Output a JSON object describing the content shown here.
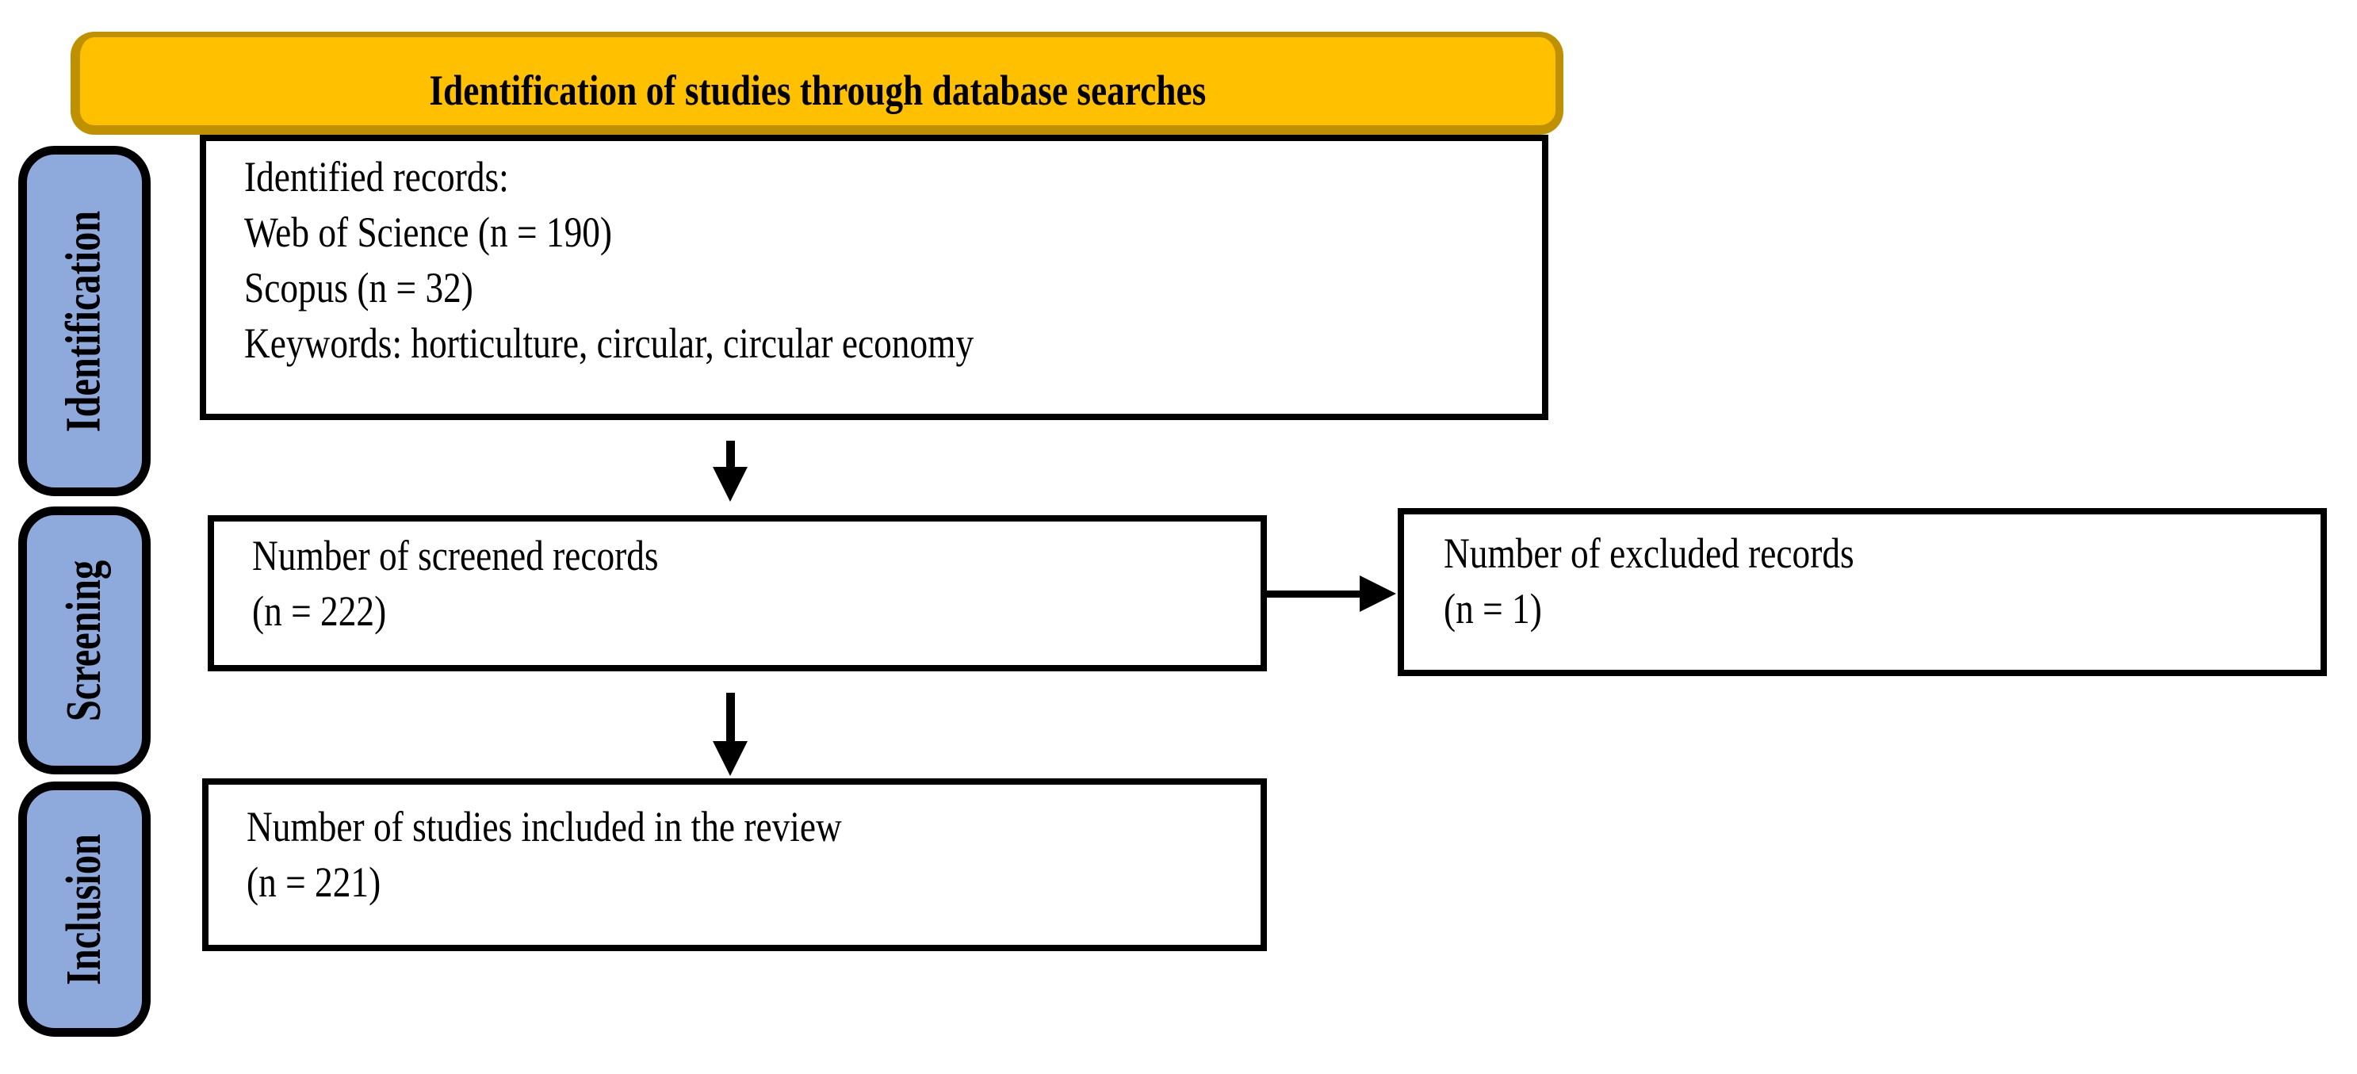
{
  "colors": {
    "orange": "#FFC000",
    "orange-border": "#BF9000",
    "blue": "#8EA9DB",
    "line": "#000000",
    "box-bg": "#FFFFFF",
    "page-bg": "#FFFFFF"
  },
  "header": {
    "title": "Identification of studies through database searches"
  },
  "sidebar": {
    "stages": [
      {
        "label": "Identification"
      },
      {
        "label": "Screening"
      },
      {
        "label": "Inclusion"
      }
    ]
  },
  "boxes": {
    "identified": {
      "lines": [
        "Identified records:",
        "Web of Science (n = 190)",
        "Scopus (n = 32)",
        "Keywords: horticulture, circular, circular economy"
      ]
    },
    "screened": {
      "lines": [
        "Number of screened records",
        "(n = 222)"
      ]
    },
    "excluded": {
      "lines": [
        "Number of excluded records",
        "(n = 1)"
      ]
    },
    "included": {
      "lines": [
        "Number of studies included in the review",
        "(n = 221)"
      ]
    }
  },
  "icons": {
    "flow_arrows": [
      "arrow-down-icon",
      "arrow-right-icon",
      "arrow-down-icon"
    ]
  }
}
